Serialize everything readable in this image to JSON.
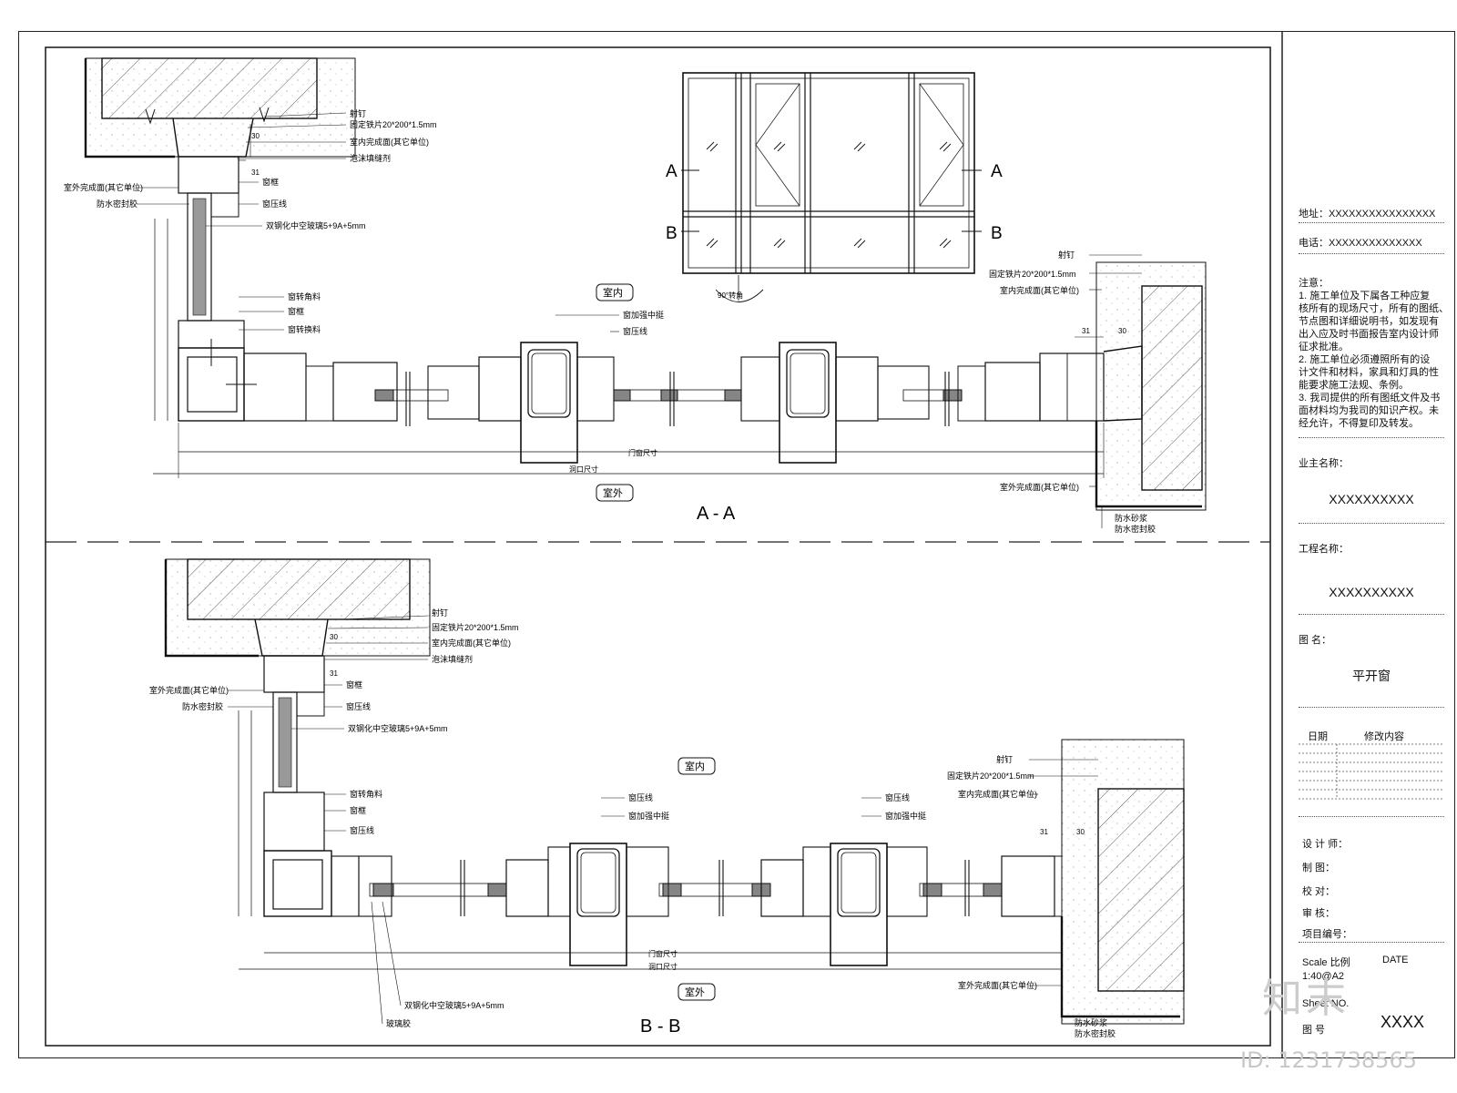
{
  "elevation": {
    "labels": {
      "a_left": "A",
      "a_right": "A",
      "b_left": "B",
      "b_right": "B"
    },
    "turn_angle": "90°转角"
  },
  "section_aa": {
    "title": "A - A",
    "indoor": "室内",
    "outdoor": "室外",
    "dim_opening": "洞口尺寸",
    "dim_window": "门窗尺寸",
    "dim_30": "30",
    "dim_31": "31",
    "left_callouts": [
      "射钉",
      "固定铁片20*200*1.5mm",
      "室内完成面(其它单位)",
      "泡沫填缝剂",
      "窗框",
      "窗压线",
      "双钢化中空玻璃5+9A+5mm",
      "窗转角料",
      "窗框",
      "窗转换料"
    ],
    "outer_left": [
      "室外完成面(其它单位)",
      "防水密封胶"
    ],
    "mid_callouts": [
      "窗加强中挺",
      "窗压线"
    ],
    "right_callouts": [
      "射钉",
      "固定铁片20*200*1.5mm",
      "室内完成面(其它单位)",
      "室外完成面(其它单位)",
      "防水砂浆",
      "防水密封胶"
    ]
  },
  "section_bb": {
    "title": "B - B",
    "indoor": "室内",
    "outdoor": "室外",
    "dim_opening": "洞口尺寸",
    "dim_window": "门窗尺寸",
    "dim_30": "30",
    "dim_31": "31",
    "left_callouts": [
      "射钉",
      "固定铁片20*200*1.5mm",
      "室内完成面(其它单位)",
      "泡沫填缝剂",
      "窗框",
      "窗压线",
      "双钢化中空玻璃5+9A+5mm",
      "窗转角料",
      "窗框",
      "窗压线"
    ],
    "outer_left": [
      "室外完成面(其它单位)",
      "防水密封胶"
    ],
    "mid_callouts_1": [
      "窗压线",
      "窗加强中挺"
    ],
    "mid_callouts_2": [
      "窗压线",
      "窗加强中挺"
    ],
    "bottom_callouts": [
      "双钢化中空玻璃5+9A+5mm",
      "玻璃胶"
    ],
    "right_callouts": [
      "射钉",
      "固定铁片20*200*1.5mm",
      "室内完成面(其它单位)",
      "室外完成面(其它单位)",
      "防水砂浆",
      "防水密封胶"
    ]
  },
  "titleblock": {
    "address": "地址：XXXXXXXXXXXXXXXX",
    "phone": "电话：XXXXXXXXXXXXXX",
    "notes_title": "注意：",
    "notes": [
      "1.  施工单位及下属各工种应复",
      "核所有的现场尺寸，所有的图纸、",
      "节点图和详细说明书，如发现有",
      "出入应及时书面报告室内设计师",
      "征求批准。",
      "2.  施工单位必须遵照所有的设",
      "计文件和材料，家具和灯具的性",
      "能要求施工法规、条例。",
      "3.  我司提供的所有图纸文件及书",
      "面材料均为我司的知识产权。未",
      "经允许，不得复印及转发。"
    ],
    "owner_label": "业主名称：",
    "owner_value": "XXXXXXXXXX",
    "project_label": "工程名称：",
    "project_value": "XXXXXXXXXX",
    "drawing_label": "图   名：",
    "drawing_value": "平开窗",
    "date_label": "日期",
    "revision_label": "修改内容",
    "designer": "设 计 师：",
    "drafter": "制    图：",
    "checker": "校    对：",
    "reviewer": "审    核：",
    "project_no": "项目编号：",
    "scale_label": "Scale  比例",
    "date_col": "DATE",
    "scale_value": "1:40@A2",
    "sheet_no": "Sheet NO.",
    "drawing_no": "图  号",
    "drawing_no_value": "XXXX"
  },
  "watermark": "知末",
  "image_id": "ID: 1231738565"
}
